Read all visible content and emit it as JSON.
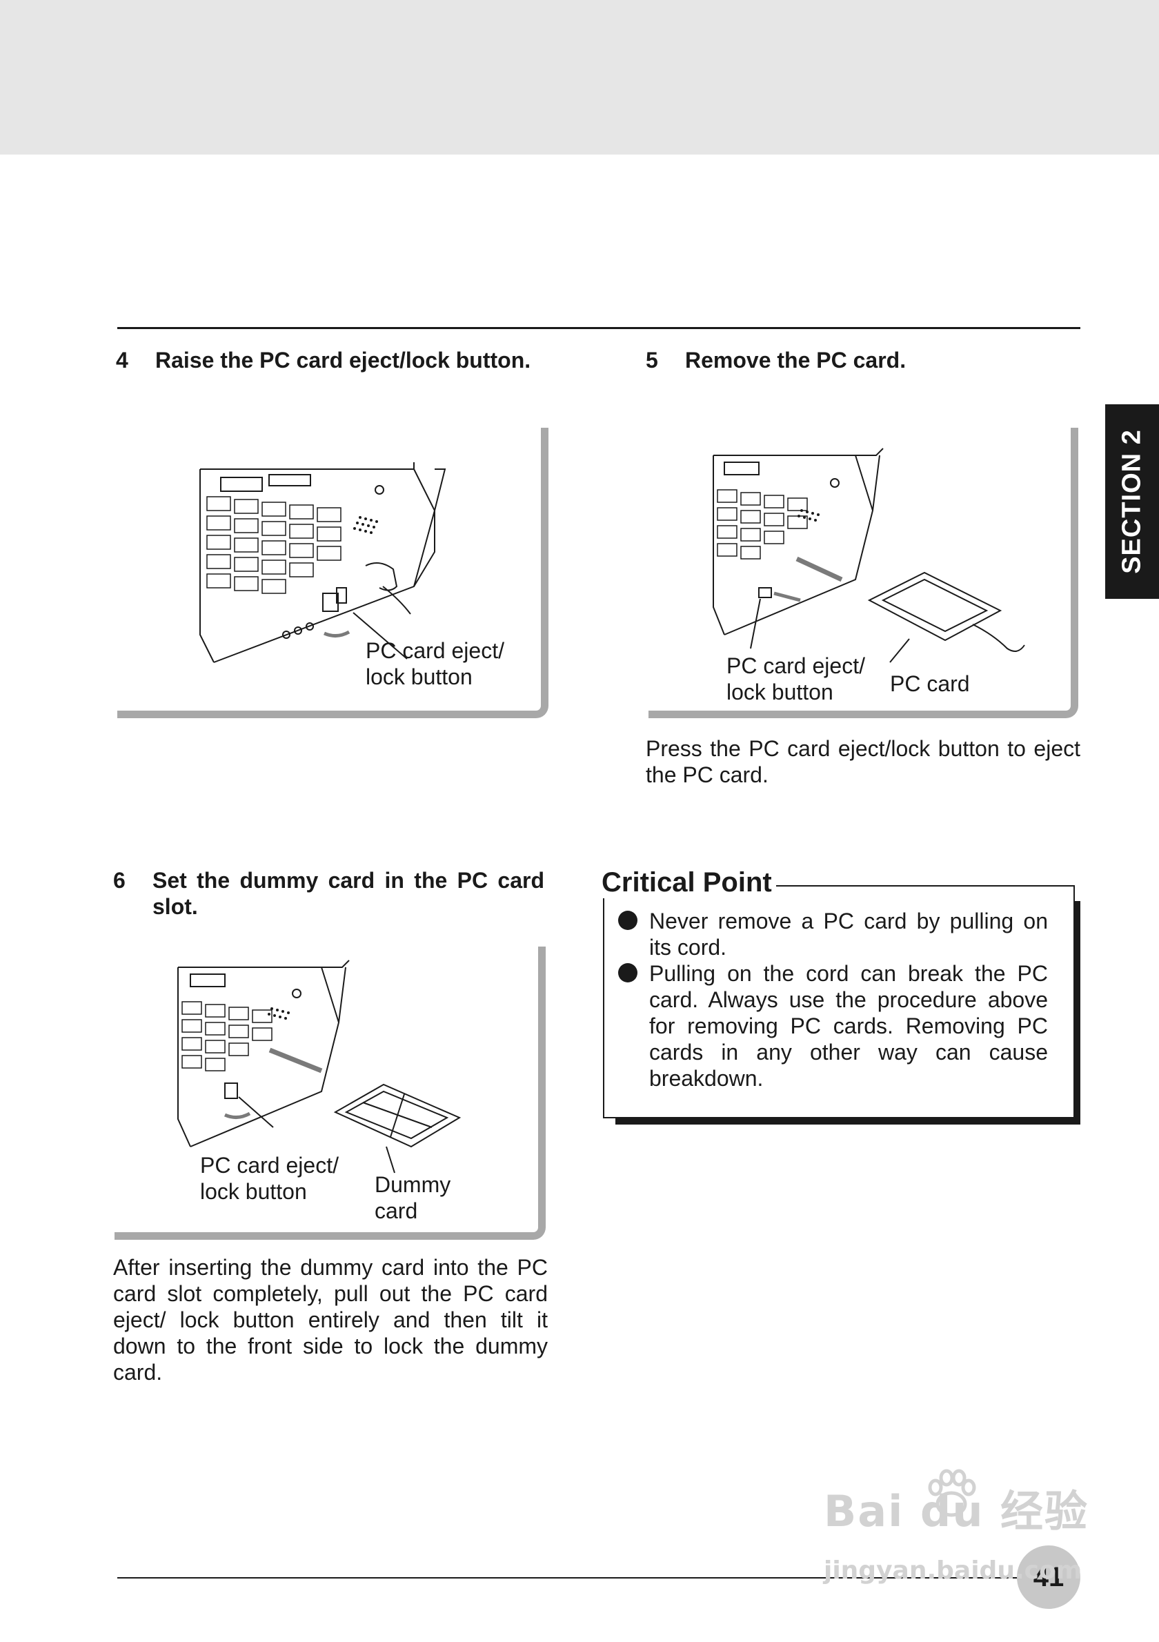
{
  "section_tab": "SECTION 2",
  "steps": [
    {
      "num": "4",
      "title": "Raise the PC card eject/lock button.",
      "label1_line1": "PC card eject/",
      "label1_line2": "lock button"
    },
    {
      "num": "5",
      "title": "Remove the PC card.",
      "label1_line1": "PC card eject/",
      "label1_line2": "lock button",
      "label2": "PC card",
      "body": "Press the PC card eject/lock button to eject the PC card."
    },
    {
      "num": "6",
      "title_line1": "Set the dummy card in the PC card",
      "title_line2": "slot.",
      "label1_line1": "PC card eject/",
      "label1_line2": "lock button",
      "label2_line1": "Dummy",
      "label2_line2": "card",
      "body": "After inserting the dummy card into the PC card slot completely, pull out the PC card eject/ lock button entirely and then tilt it down to the front side to lock the dummy card."
    }
  ],
  "critical_point": {
    "title": "Critical Point",
    "bullets": [
      "Never remove a PC card by pulling on its cord.",
      "Pulling on the cord can break the PC card. Always use the procedure above for removing PC cards.  Removing PC cards in any other way can cause breakdown."
    ]
  },
  "page_number": "41",
  "watermark": {
    "brand": "Bai du 经验",
    "url": "jingyan.baidu.com"
  }
}
